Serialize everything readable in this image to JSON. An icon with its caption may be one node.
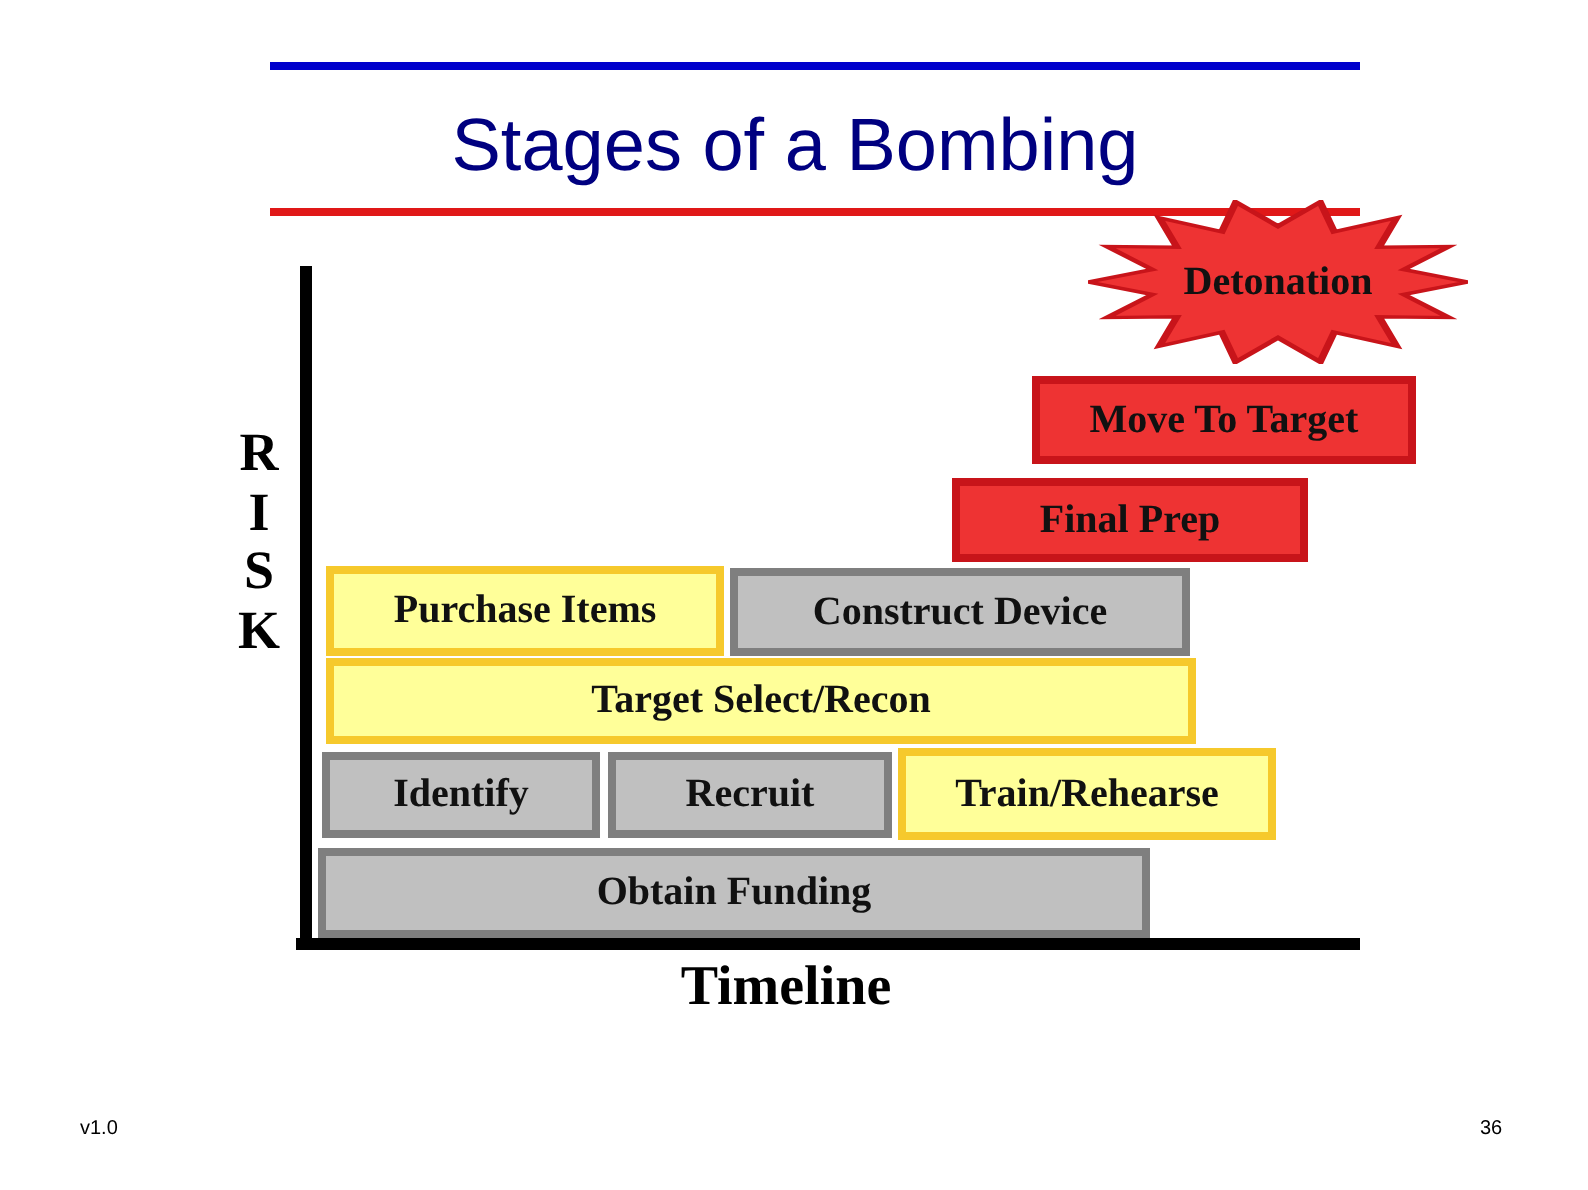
{
  "diagram": {
    "title": "Stages of a Bombing",
    "nodes": [
      {
        "text": [
          "Detonation"
        ]
      },
      {
        "text": [
          "Move To Target"
        ]
      },
      {
        "text": [
          "Final Prep"
        ]
      },
      {
        "text": [
          "Purchase Items"
        ]
      },
      {
        "text": [
          "Construct Device"
        ]
      },
      {
        "text": [
          "Target Select/Recon"
        ]
      },
      {
        "text": [
          "Identify"
        ]
      },
      {
        "text": [
          "Recruit"
        ]
      },
      {
        "text": [
          "Train/Rehearse"
        ]
      },
      {
        "text": [
          "Obtain Funding"
        ]
      }
    ],
    "labels": [
      "RISK",
      "Timeline",
      "v1.0",
      "36"
    ]
  }
}
